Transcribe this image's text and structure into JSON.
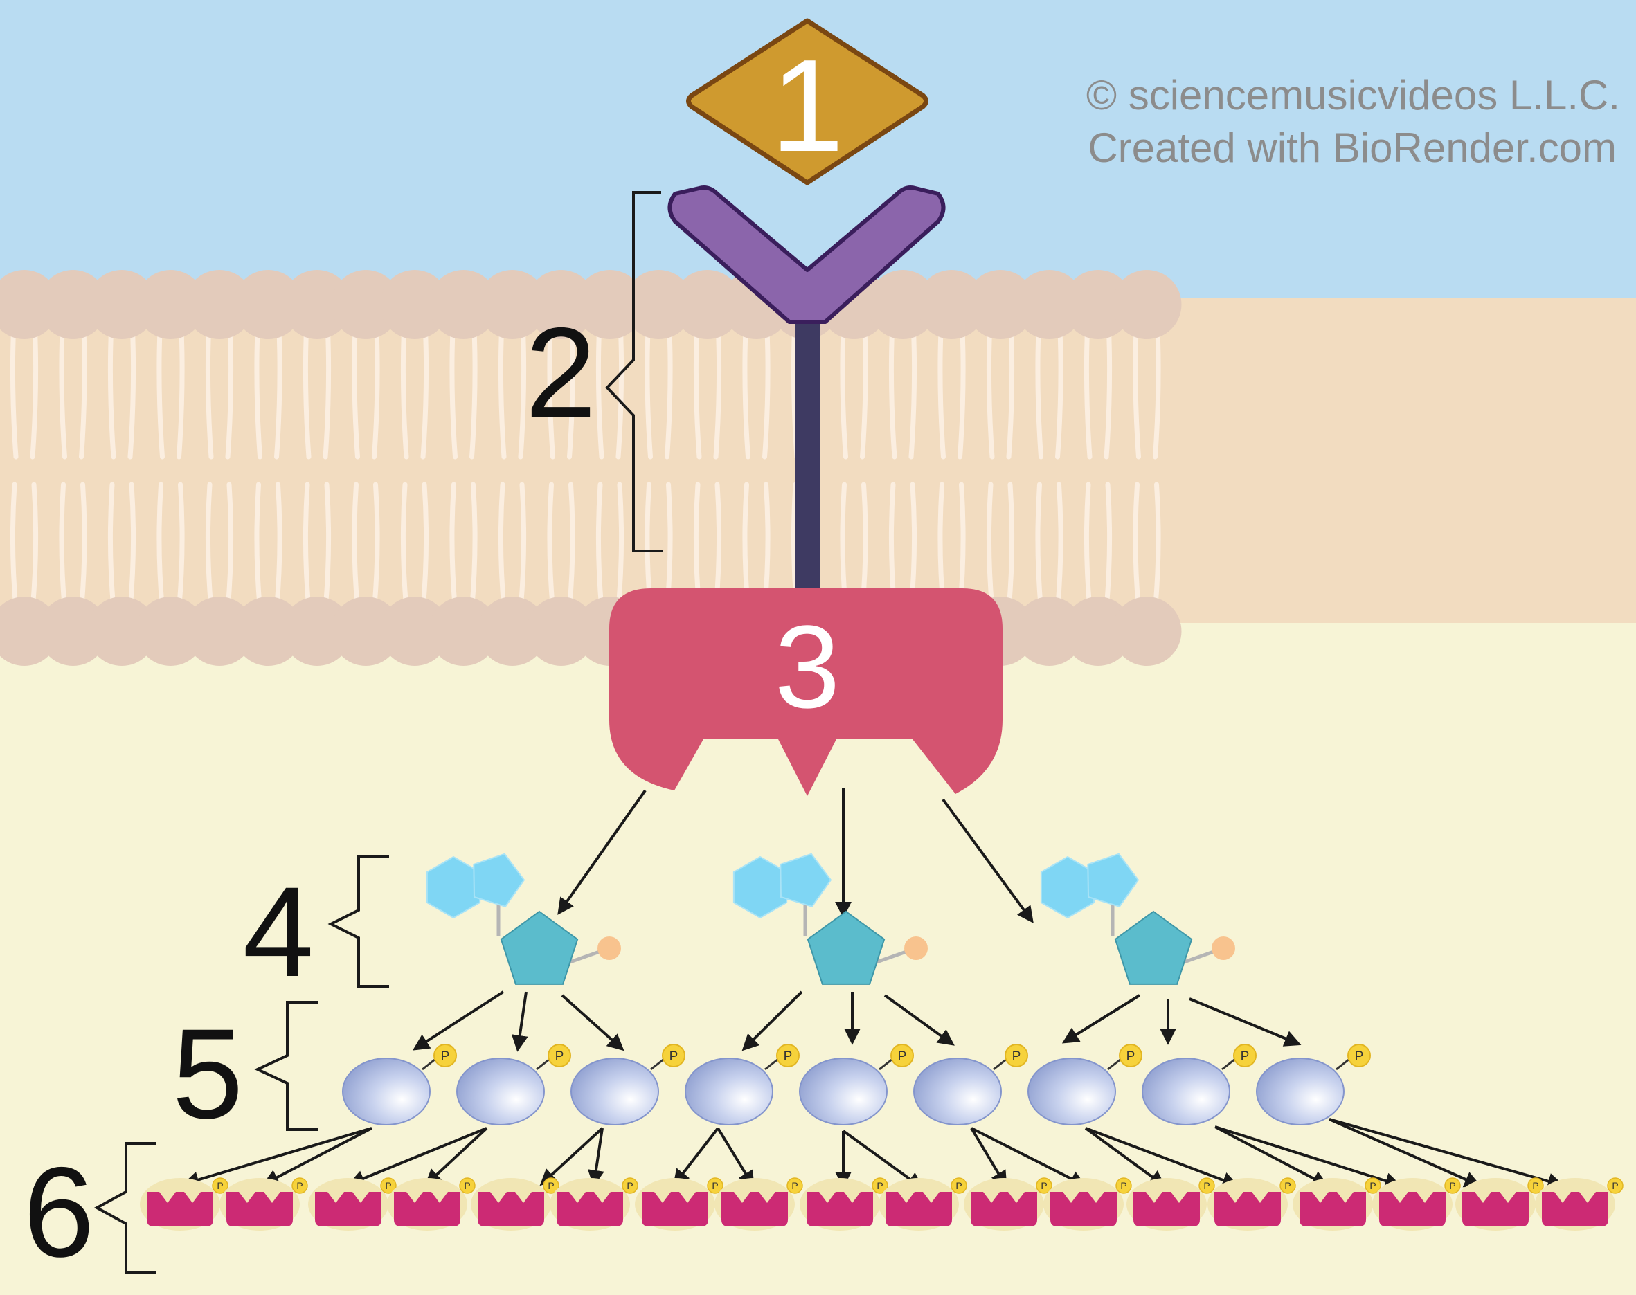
{
  "labels": {
    "ligand": "1",
    "receptor": "2",
    "effector": "3",
    "second_messenger": "4",
    "kinase": "5",
    "target": "6"
  },
  "credits": {
    "line1": "© sciencemusicvideos L.L.C.",
    "line2": "Created with BioRender.com"
  },
  "phosphate_label": "P",
  "colors": {
    "extracellular": "#b9dcf2",
    "cytoplasm": "#f7f4d6",
    "membrane": "#f2dcc0",
    "lipid_head": "#e3cbbb",
    "ligand": "#cf9a2f",
    "receptor_head": "#8b65ab",
    "receptor_stem": "#3e3a62",
    "effector": "#d45470",
    "messenger_ring": "#7fd6f4",
    "messenger_sugar": "#5bbccc",
    "messenger_bead": "#f8c38e",
    "kinase": "#a7b5de",
    "phosphate": "#f6d23b",
    "target": "#cc2a74"
  }
}
